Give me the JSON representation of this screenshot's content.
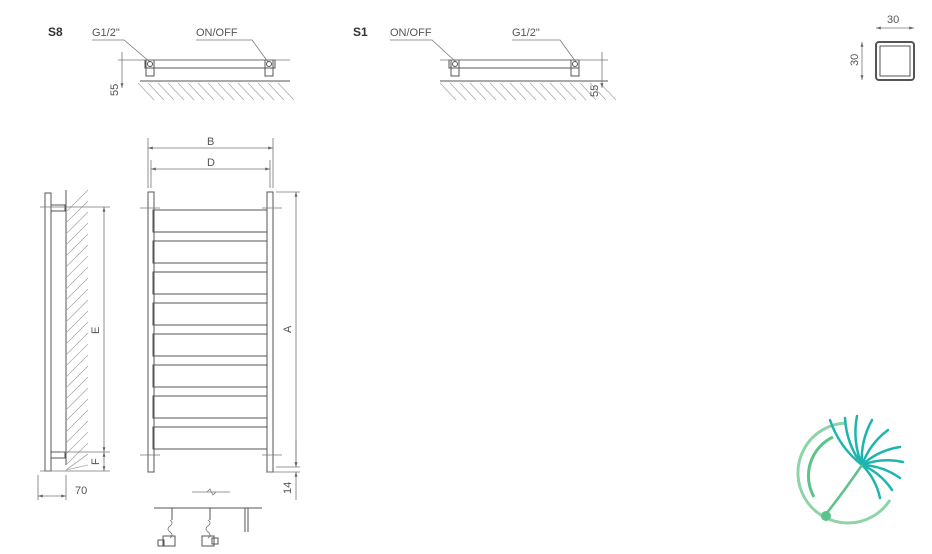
{
  "variants": {
    "s8": "S8",
    "s1": "S1"
  },
  "connections": {
    "thread": "G1/2\"",
    "switch": "ON/OFF"
  },
  "dimensions": {
    "wall_gap": "55",
    "profile_width": "30",
    "profile_height": "30",
    "B": "B",
    "D": "D",
    "A": "A",
    "E": "E",
    "F": "F",
    "depth": "70",
    "bottom_gap": "14"
  },
  "colors": {
    "line": "#555555",
    "logo_green": "#5cc38a",
    "logo_teal": "#1eb5b0"
  },
  "icons": {
    "logo": "dandelion-logo"
  }
}
